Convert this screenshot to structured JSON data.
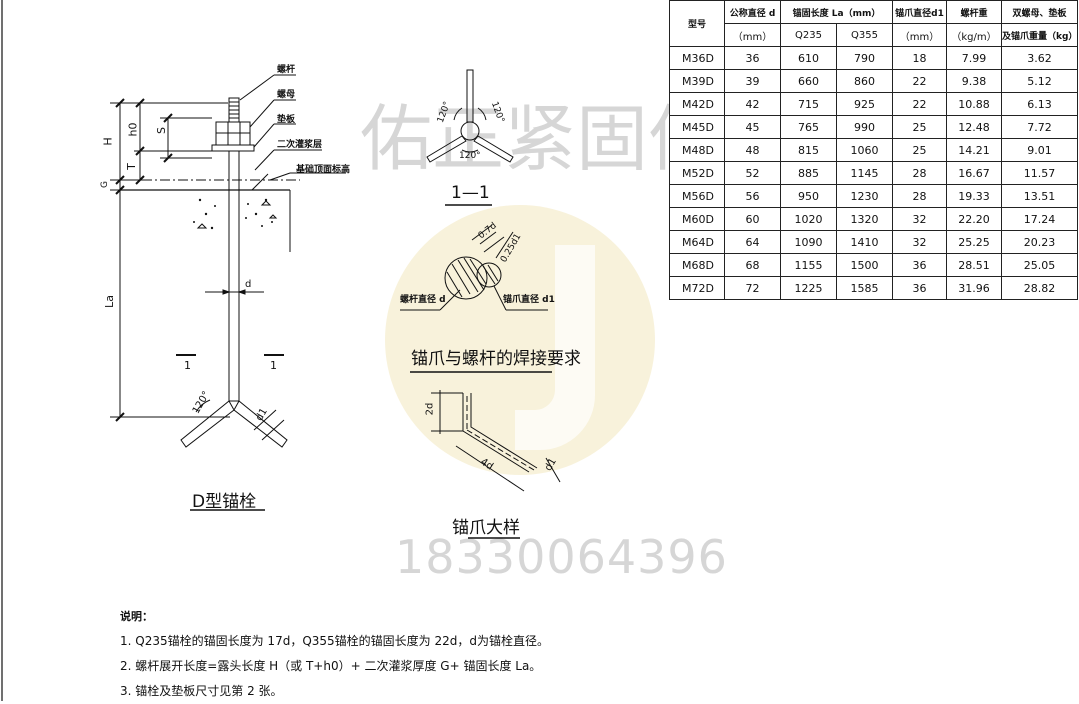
{
  "watermark": {
    "company": "佑正紧固件",
    "phone": "18330064396"
  },
  "bolt": {
    "labels": {
      "rod": "螺杆",
      "nut": "螺母",
      "washer": "垫板",
      "grout": "二次灌浆层",
      "foundation": "基础顶面标高"
    },
    "dims": {
      "H": "H",
      "h0": "h0",
      "S": "S",
      "T": "T",
      "G": "G",
      "La": "La",
      "d": "d",
      "d1": "d1",
      "angle": "120°"
    },
    "section_marks": [
      "1",
      "1"
    ],
    "title": "D型锚栓"
  },
  "section": {
    "angles": [
      "120°",
      "120°",
      "120°"
    ],
    "title": "1—1"
  },
  "weld": {
    "dims": {
      "d07": "0.7d",
      "d25": "0.25d1"
    },
    "labels": {
      "bolt_dia": "螺杆直径 d",
      "claw_dia": "锚爪直径 d1"
    },
    "title": "锚爪与螺杆的焊接要求"
  },
  "claw": {
    "dims": {
      "d2": "2d",
      "d4": "4d",
      "d1": "d1"
    },
    "title": "锚爪大样"
  },
  "notes": {
    "heading": "说明：",
    "items": [
      "1. Q235锚栓的锚固长度为 17d，Q355锚栓的锚固长度为 22d，d为锚栓直径。",
      "2. 螺杆展开长度=露头长度 H（或 T+h0）+ 二次灌浆厚度 G+ 锚固长度 La。",
      "3. 锚栓及垫板尺寸见第 2 张。"
    ]
  },
  "table": {
    "headers": {
      "model": "型号",
      "nominal_dia": "公称直径 d",
      "unit_mm": "（mm）",
      "anchor_len": "锚固长度 La（mm）",
      "q235": "Q235",
      "q355": "Q355",
      "claw_dia": "锚爪直径d1",
      "rod_weight": "螺杆重",
      "rod_weight_unit": "（kg/m）",
      "nut_weight": "双螺母、垫板",
      "nut_weight2": "及锚爪重量（kg）"
    },
    "rows": [
      [
        "M36D",
        "36",
        "610",
        "790",
        "18",
        "7.99",
        "3.62"
      ],
      [
        "M39D",
        "39",
        "660",
        "860",
        "22",
        "9.38",
        "5.12"
      ],
      [
        "M42D",
        "42",
        "715",
        "925",
        "22",
        "10.88",
        "6.13"
      ],
      [
        "M45D",
        "45",
        "765",
        "990",
        "25",
        "12.48",
        "7.72"
      ],
      [
        "M48D",
        "48",
        "815",
        "1060",
        "25",
        "14.21",
        "9.01"
      ],
      [
        "M52D",
        "52",
        "885",
        "1145",
        "28",
        "16.67",
        "11.57"
      ],
      [
        "M56D",
        "56",
        "950",
        "1230",
        "28",
        "19.33",
        "13.51"
      ],
      [
        "M60D",
        "60",
        "1020",
        "1320",
        "32",
        "22.20",
        "17.24"
      ],
      [
        "M64D",
        "64",
        "1090",
        "1410",
        "32",
        "25.25",
        "20.23"
      ],
      [
        "M68D",
        "68",
        "1155",
        "1500",
        "36",
        "28.51",
        "25.05"
      ],
      [
        "M72D",
        "72",
        "1225",
        "1585",
        "36",
        "31.96",
        "28.82"
      ]
    ]
  }
}
